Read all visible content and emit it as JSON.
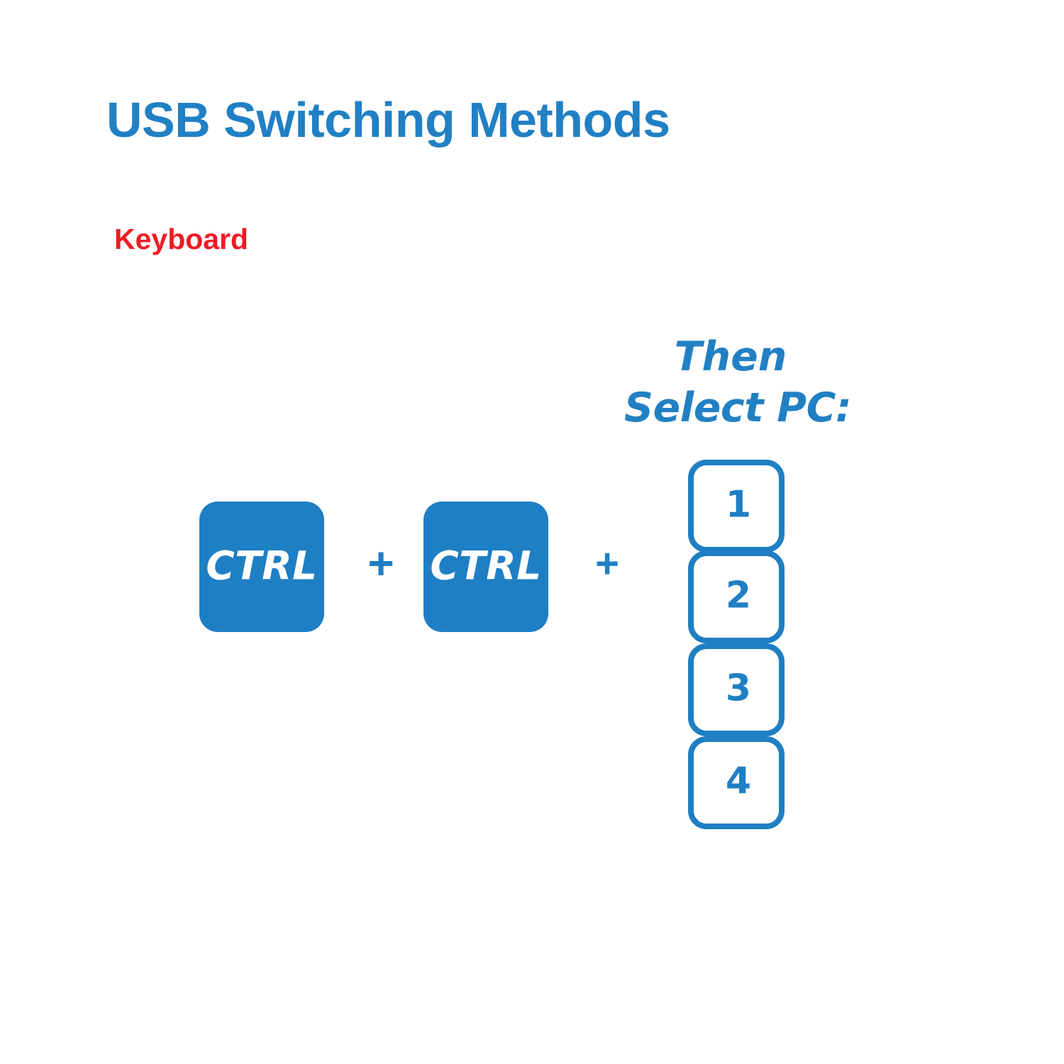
{
  "slide": {
    "background_color": "#ffffff",
    "title": "USB Switching Methods",
    "title_color": "#2180C4",
    "section_label": "Keyboard",
    "section_label_color": "#ED1C24"
  },
  "diagram": {
    "type": "keyboard-shortcut-sequence",
    "accent_color": "#1F7FC4",
    "modifier_keys": [
      {
        "label": "CTRL",
        "style": "filled-blue"
      },
      {
        "label": "CTRL",
        "style": "filled-blue"
      }
    ],
    "separators": [
      {
        "label": "+"
      },
      {
        "label": "+"
      }
    ],
    "caption": {
      "line1": "Then",
      "line2": "Select PC:",
      "color": "#2180C4"
    },
    "number_keys": [
      {
        "label": "1",
        "style": "outlined-blue"
      },
      {
        "label": "2",
        "style": "outlined-blue"
      },
      {
        "label": "3",
        "style": "outlined-blue"
      },
      {
        "label": "4",
        "style": "outlined-blue"
      }
    ]
  }
}
